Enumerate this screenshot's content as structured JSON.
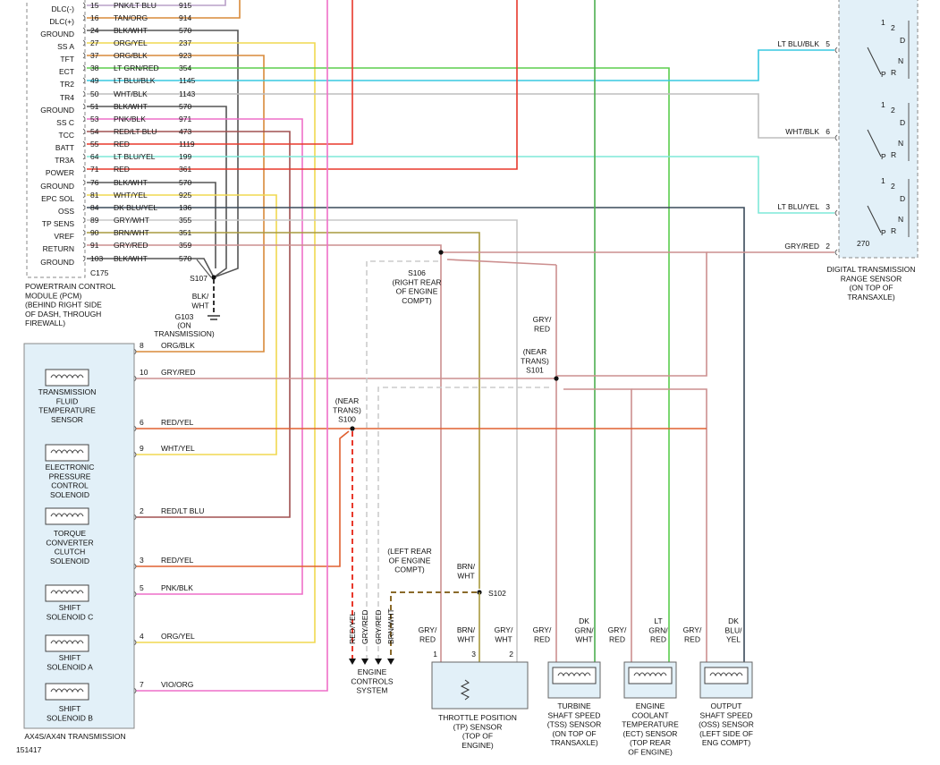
{
  "figure_id": "151417",
  "colors": {
    "box_fill": "#e2f0f8",
    "wire_red": "#e8392c",
    "wire_orange": "#d98a3a",
    "wire_yellow": "#f0d850",
    "wire_green": "#5ccd4e",
    "wire_cyan": "#39c8e0",
    "wire_light_cyan": "#7ee8d8",
    "wire_gray": "#9a9a9a",
    "wire_pink": "#ee6fc8",
    "wire_darkred": "#c0392b",
    "wire_brown_yellow": "#a89a3e",
    "wire_gray_red": "#cc8f8f",
    "wire_dark": "#3a4a5a",
    "wire_wht_blk": "#555555"
  },
  "pcm": {
    "name_lines": [
      "POWERTRAIN CONTROL",
      "MODULE (PCM)",
      "(BEHIND RIGHT SIDE",
      "OF DASH, THROUGH",
      "FIREWALL)"
    ],
    "connector": "C175",
    "pins": [
      {
        "pin": "15",
        "label": "DLC(-)",
        "color": "PNK/LT BLU",
        "circuit": "915"
      },
      {
        "pin": "16",
        "label": "DLC(+)",
        "color": "TAN/ORG",
        "circuit": "914"
      },
      {
        "pin": "24",
        "label": "GROUND",
        "color": "BLK/WHT",
        "circuit": "570"
      },
      {
        "pin": "27",
        "label": "SS A",
        "color": "ORG/YEL",
        "circuit": "237"
      },
      {
        "pin": "37",
        "label": "TFT",
        "color": "ORG/BLK",
        "circuit": "923"
      },
      {
        "pin": "38",
        "label": "ECT",
        "color": "LT GRN/RED",
        "circuit": "354"
      },
      {
        "pin": "49",
        "label": "TR2",
        "color": "LT BLU/BLK",
        "circuit": "1145"
      },
      {
        "pin": "50",
        "label": "TR4",
        "color": "WHT/BLK",
        "circuit": "1143"
      },
      {
        "pin": "51",
        "label": "GROUND",
        "color": "BLK/WHT",
        "circuit": "570"
      },
      {
        "pin": "53",
        "label": "SS C",
        "color": "PNK/BLK",
        "circuit": "971"
      },
      {
        "pin": "54",
        "label": "TCC",
        "color": "RED/LT BLU",
        "circuit": "473"
      },
      {
        "pin": "55",
        "label": "BATT",
        "color": "RED",
        "circuit": "1119"
      },
      {
        "pin": "64",
        "label": "TR3A",
        "color": "LT BLU/YEL",
        "circuit": "199"
      },
      {
        "pin": "71",
        "label": "POWER",
        "color": "RED",
        "circuit": "361"
      },
      {
        "pin": "76",
        "label": "GROUND",
        "color": "BLK/WHT",
        "circuit": "570"
      },
      {
        "pin": "81",
        "label": "EPC SOL",
        "color": "WHT/YEL",
        "circuit": "925"
      },
      {
        "pin": "84",
        "label": "OSS",
        "color": "DK BLU/YEL",
        "circuit": "136"
      },
      {
        "pin": "89",
        "label": "TP SENS",
        "color": "GRY/WHT",
        "circuit": "355"
      },
      {
        "pin": "90",
        "label": "VREF",
        "color": "BRN/WHT",
        "circuit": "351"
      },
      {
        "pin": "91",
        "label": "RETURN",
        "color": "GRY/RED",
        "circuit": "359"
      },
      {
        "pin": "103",
        "label": "GROUND",
        "color": "BLK/WHT",
        "circuit": "570"
      }
    ]
  },
  "splices": {
    "s107": "S107",
    "s106_lines": [
      "S106",
      "(RIGHT REAR",
      "OF ENGINE",
      "COMPT)"
    ],
    "s101_lines": [
      "(NEAR",
      "TRANS)",
      "S101"
    ],
    "s100_lines": [
      "(NEAR",
      "TRANS)",
      "S100"
    ],
    "s102": "S102",
    "s102_loc_lines": [
      "(LEFT REAR",
      "OF ENGINE",
      "COMPT)"
    ]
  },
  "ground": {
    "wire_lines": [
      "BLK/",
      "WHT"
    ],
    "label_lines": [
      "G103",
      "(ON",
      "TRANSMISSION)"
    ]
  },
  "transmission": {
    "name": "AX4S/AX4N TRANSMISSION",
    "pins": [
      {
        "pin": "8",
        "color": "ORG/BLK"
      },
      {
        "pin": "10",
        "color": "GRY/RED"
      },
      {
        "pin": "6",
        "color": "RED/YEL"
      },
      {
        "pin": "9",
        "color": "WHT/YEL"
      },
      {
        "pin": "2",
        "color": "RED/LT BLU"
      },
      {
        "pin": "3",
        "color": "RED/YEL"
      },
      {
        "pin": "5",
        "color": "PNK/BLK"
      },
      {
        "pin": "4",
        "color": "ORG/YEL"
      },
      {
        "pin": "7",
        "color": "VIO/ORG"
      }
    ],
    "components": {
      "tft_lines": [
        "TRANSMISSION",
        "FLUID",
        "TEMPERATURE",
        "SENSOR"
      ],
      "epc_lines": [
        "ELECTRONIC",
        "PRESSURE",
        "CONTROL",
        "SOLENOID"
      ],
      "tcc_lines": [
        "TORQUE",
        "CONVERTER",
        "CLUTCH",
        "SOLENOID"
      ],
      "ssc_lines": [
        "SHIFT",
        "SOLENOID C"
      ],
      "ssa_lines": [
        "SHIFT",
        "SOLENOID A"
      ],
      "ssb_lines": [
        "SHIFT",
        "SOLENOID B"
      ]
    }
  },
  "dtr": {
    "name_lines": [
      "DIGITAL TRANSMISSION",
      "RANGE SENSOR",
      "(ON TOP OF",
      "TRANSAXLE)"
    ],
    "pins": [
      {
        "pin": "5",
        "color": "LT BLU/BLK"
      },
      {
        "pin": "6",
        "color": "WHT/BLK"
      },
      {
        "pin": "3",
        "color": "LT BLU/YEL"
      },
      {
        "pin": "2",
        "color": "GRY/RED"
      }
    ],
    "switch_labels": [
      "1",
      "2",
      "D",
      "N",
      "P",
      "R"
    ],
    "resistor": "270"
  },
  "mid_labels": {
    "gry_red_lines": [
      "GRY/",
      "RED"
    ],
    "brn_wht_lines": [
      "BRN/",
      "WHT"
    ]
  },
  "engine_controls": {
    "wires": [
      "RED/YEL",
      "GRY/RED",
      "GRY/RED",
      "BRN/WHT"
    ],
    "label_lines": [
      "ENGINE",
      "CONTROLS",
      "SYSTEM"
    ]
  },
  "sensors": {
    "tp": {
      "wire_labels": [
        [
          "GRY/",
          "RED"
        ],
        [
          "BRN/",
          "WHT"
        ],
        [
          "GRY/",
          "WHT"
        ]
      ],
      "pins": [
        "1",
        "3",
        "2"
      ],
      "label_lines": [
        "THROTTLE POSITION",
        "(TP) SENSOR",
        "(TOP OF",
        "ENGINE)"
      ]
    },
    "tss": {
      "wire_labels": [
        [
          "GRY/",
          "RED"
        ],
        [
          "DK",
          "GRN/",
          "WHT"
        ]
      ],
      "label_lines": [
        "TURBINE",
        "SHAFT SPEED",
        "(TSS) SENSOR",
        "(ON TOP OF",
        "TRANSAXLE)"
      ]
    },
    "ect": {
      "wire_labels": [
        [
          "GRY/",
          "RED"
        ],
        [
          "LT",
          "GRN/",
          "RED"
        ]
      ],
      "label_lines": [
        "ENGINE",
        "COOLANT",
        "TEMPERATURE",
        "(ECT) SENSOR",
        "(TOP REAR",
        "OF ENGINE)"
      ]
    },
    "oss": {
      "wire_labels": [
        [
          "GRY/",
          "RED"
        ],
        [
          "DK",
          "BLU/",
          "YEL"
        ]
      ],
      "label_lines": [
        "OUTPUT",
        "SHAFT SPEED",
        "(OSS) SENSOR",
        "(LEFT SIDE OF",
        "ENG COMPT)"
      ]
    }
  }
}
